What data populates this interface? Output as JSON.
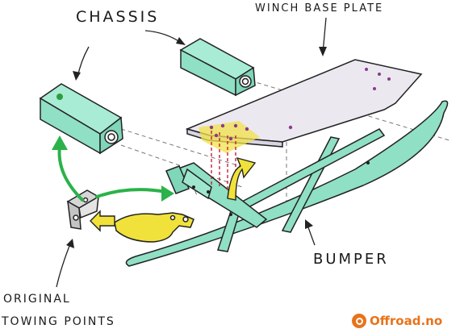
{
  "labels": {
    "chassis": "CHASSIS",
    "winch_base_plate": "WINCH BASE PLATE",
    "bumper": "BUMPER",
    "original": "ORIGINAL",
    "towing_points": "TOWING POINTS"
  },
  "watermark": {
    "text": "Offroad.no"
  },
  "colors": {
    "chassis_green": "#8fe0c4",
    "plate_gray": "#e9e7ef",
    "bracket_yellow": "#f0e23a",
    "arrow_green": "#2bb24a",
    "brand_orange": "#e8731a"
  }
}
